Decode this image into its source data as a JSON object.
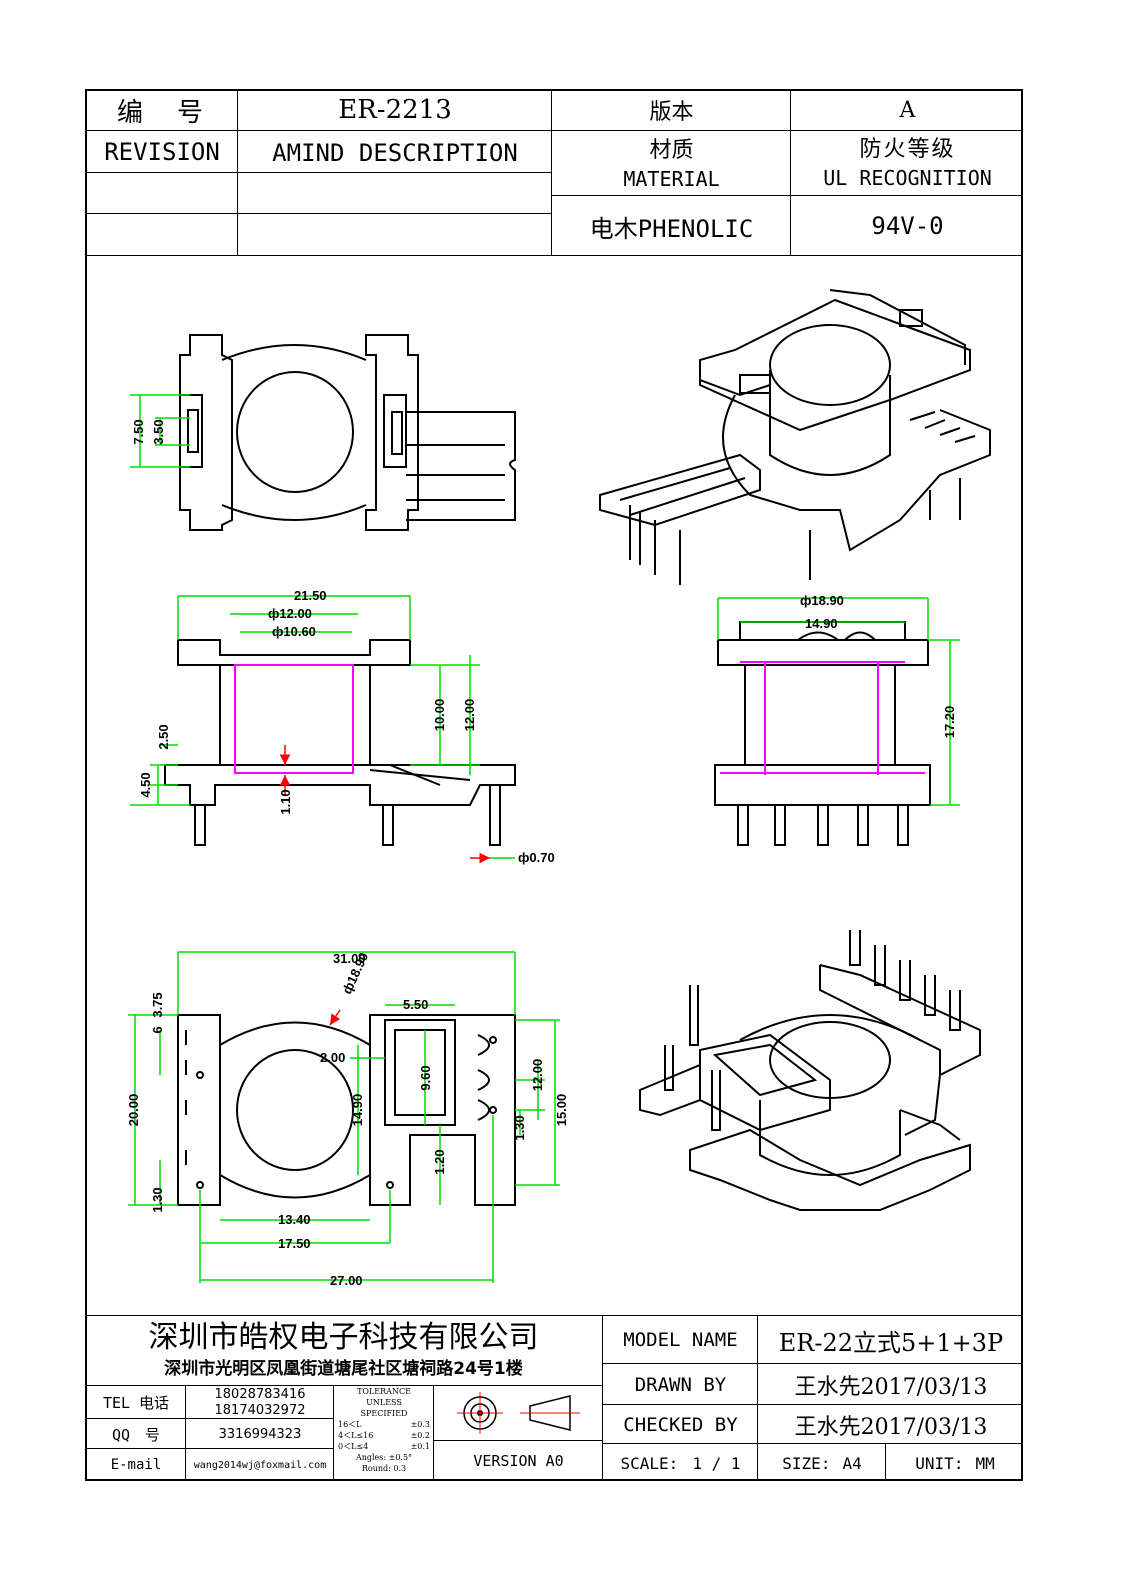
{
  "header": {
    "code_label": "编　号",
    "code_value": "ER-2213",
    "version_label": "版本",
    "version_value": "A",
    "revision_label": "REVISION",
    "amend_label": "AMIND DESCRIPTION",
    "material_label_cn": "材质",
    "material_label_en": "MATERIAL",
    "ul_label_cn": "防火等级",
    "ul_label_en": "UL RECOGNITION",
    "material_value": "电木PHENOLIC",
    "ul_value": "94V-0"
  },
  "dimensions": {
    "side": {
      "width_a": "21.50",
      "bore_b": "ф12.00",
      "bore_c": "ф10.60",
      "h_10": "10.00",
      "h_12": "12.00",
      "flange_2_5": "2.50",
      "base_4_5": "4.50",
      "gap_1_1": "1.10",
      "pin_dia": "ф0.70"
    },
    "front": {
      "width_j": "ф18.90",
      "width_k": "14.90",
      "height": "17.20"
    },
    "top": {
      "h_7_5": "7.50",
      "h_3_5": "3.50"
    },
    "bottom": {
      "overall": "31.00",
      "dia": "ф18.90",
      "pitch_3_75": "3.75",
      "pitch_6": "6",
      "height_20": "20.00",
      "slot_5_5": "5.50",
      "d_2": "2.00",
      "d_9_6": "9.60",
      "d_14_9": "14.90",
      "d_12": "12.00",
      "d_15": "15.00",
      "d_1_3a": "1.30",
      "d_1_3b": "1.30",
      "d_1_2": "1.20",
      "w_13_4": "13.40",
      "w_17_5": "17.50",
      "w_27": "27.00"
    }
  },
  "footer": {
    "company": "深圳市皓权电子科技有限公司",
    "address": "深圳市光明区凤凰街道塘尾社区塘祠路24号1楼",
    "tel_label": "TEL 电话",
    "tel_1": "18028783416",
    "tel_2": "18174032972",
    "qq_label": "QQ　号",
    "qq_value": "3316994323",
    "email_label": "E-mail",
    "email_value": "wang2014wj@foxmail.com",
    "tol_1": "TOLERANCE",
    "tol_2": "UNLESS",
    "tol_3": "SPECIFIED",
    "tol_r1a": "16＜L",
    "tol_r1b": "±0.3",
    "tol_r2a": "4＜L≤16",
    "tol_r2b": "±0.2",
    "tol_r3a": "0＜L≤4",
    "tol_r3b": "±0.1",
    "tol_angles": "Angles: ±0.5°",
    "tol_round": "Round: 0.3",
    "version_label": "VERSION A0",
    "model_label": "MODEL NAME",
    "model_value": "ER-22立式5+1+3P",
    "drawn_label": "DRAWN BY",
    "drawn_value": "王水先2017/03/13",
    "checked_label": "CHECKED BY",
    "checked_value": "王水先2017/03/13",
    "scale_label": "SCALE:",
    "scale_value": "1 / 1",
    "size_label": "SIZE:",
    "size_value": "A4",
    "unit_label": "UNIT:",
    "unit_value": "MM"
  },
  "colors": {
    "dimension": "#00dd00",
    "hidden": "#ff00ff",
    "leader": "#ff0000",
    "outline": "#000000"
  }
}
